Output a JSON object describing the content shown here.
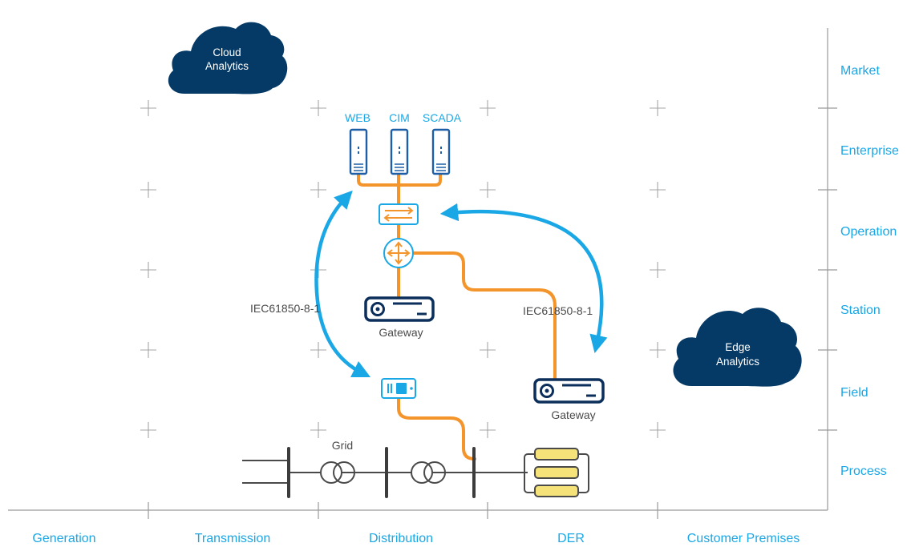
{
  "zones": {
    "market": "Market",
    "enterprise": "Enterprise",
    "operation": "Operation",
    "station": "Station",
    "field": "Field",
    "process": "Process"
  },
  "domains": {
    "generation": "Generation",
    "transmission": "Transmission",
    "distribution": "Distribution",
    "der": "DER",
    "customer": "Customer Premises"
  },
  "clouds": {
    "cloud_line1": "Cloud",
    "cloud_line2": "Analytics",
    "edge_line1": "Edge",
    "edge_line2": "Analytics"
  },
  "servers": {
    "web": "WEB",
    "cim": "CIM",
    "scada": "SCADA"
  },
  "labels": {
    "protocol_left": "IEC61850-8-1",
    "protocol_right": "IEC61850-8-1",
    "gateway_center": "Gateway",
    "gateway_right": "Gateway",
    "grid": "Grid"
  },
  "colors": {
    "accent_blue": "#1aa7e6",
    "cloud_navy": "#063a66",
    "link_orange": "#f4952c",
    "der_yellow": "#f5e37a",
    "text_gray": "#4a4a4a"
  }
}
